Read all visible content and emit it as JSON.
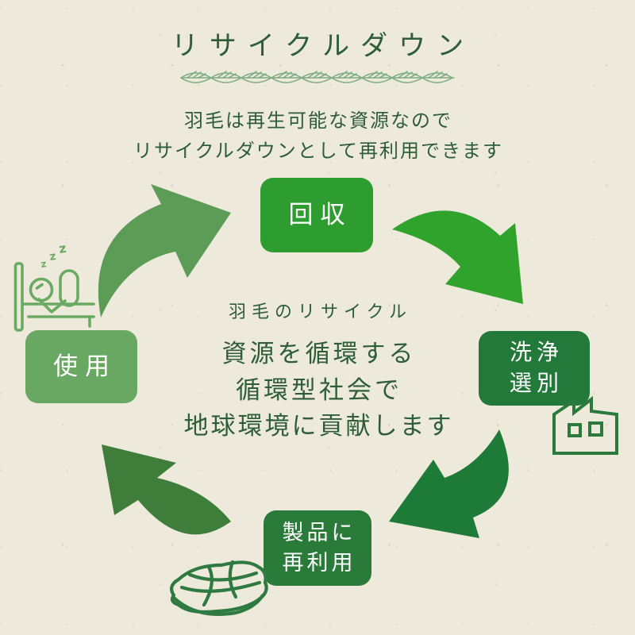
{
  "colors": {
    "background": "#EDE9DB",
    "text": "#2E5D3C",
    "divider": "#7DAE82",
    "node_collect": "#2E9D2F",
    "node_wash": "#23793A",
    "node_reuse": "#2A7A3A",
    "node_use": "#69A862",
    "arrow_use_to_collect": "#5C9C57",
    "arrow_collect_to_wash": "#2FA32C",
    "arrow_wash_to_reuse": "#1E7A37",
    "arrow_reuse_to_use": "#3E7D3A",
    "icon_bed": "#6BAA63",
    "icon_factory": "#2A7A3B",
    "icon_futon": "#2F7A40"
  },
  "header": {
    "title": "リサイクルダウン",
    "subtitle_line1": "羽毛は再生可能な資源なので",
    "subtitle_line2": "リサイクルダウンとして再利用できます"
  },
  "center": {
    "heading": "羽毛のリサイクル",
    "line1": "資源を循環する",
    "line2": "循環型社会で",
    "line3": "地球環境に貢献します"
  },
  "cycle": {
    "collect": {
      "label": "回収"
    },
    "wash": {
      "line1": "洗浄",
      "line2": "選別"
    },
    "reuse": {
      "line1": "製品に",
      "line2": "再利用"
    },
    "use": {
      "label": "使用"
    }
  },
  "icons": {
    "divider": "leaf-chain-divider",
    "bed": "sleeping-person-in-bed",
    "factory": "factory",
    "futon": "folded-futon",
    "sleep_z1": "z",
    "sleep_z2": "z",
    "sleep_z3": "z"
  }
}
